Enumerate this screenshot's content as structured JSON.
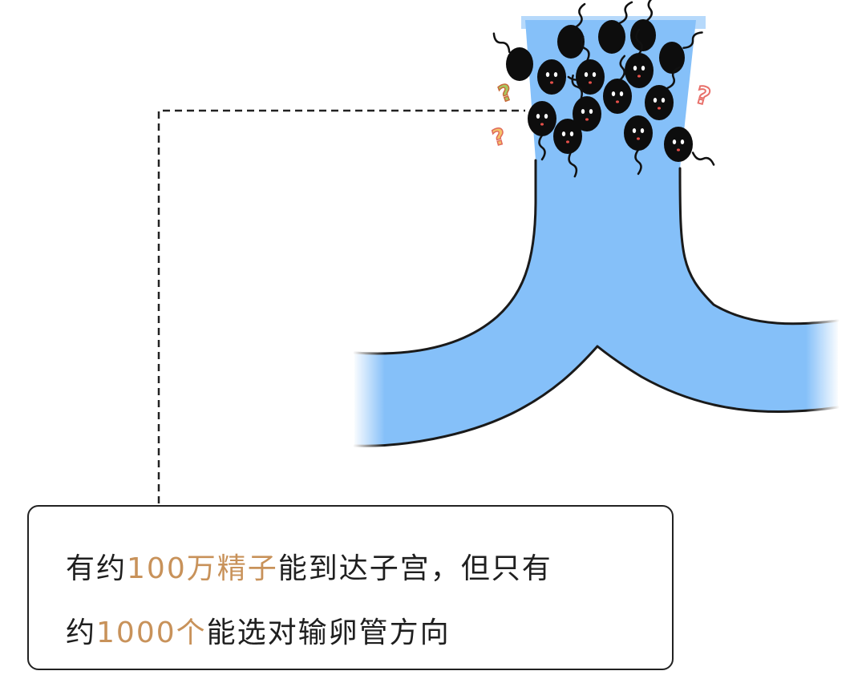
{
  "caption": {
    "line1": {
      "part1": "有约",
      "highlight": "100万精子",
      "part2": "能到达子宫，但只有"
    },
    "line2": {
      "part1": "约",
      "highlight": "1000个",
      "part2": "能选对输卵管方向"
    }
  },
  "colors": {
    "tube": "#85c0f9",
    "highlight": "#c8925a",
    "outline": "#1a1a1a",
    "question_mark": "#e8706a",
    "question_mark_alt": "#a8c860"
  },
  "icons": [
    "sperm-icon",
    "question-mark-icon",
    "dashed-leader-line"
  ]
}
